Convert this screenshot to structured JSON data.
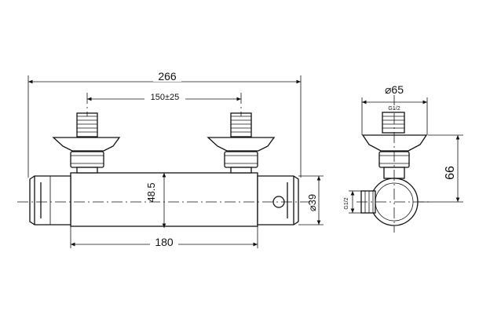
{
  "drawing": {
    "dim_overall_width": "266",
    "dim_inlet_centers": "150±25",
    "dim_body_length": "180",
    "dim_center_height": "48.5",
    "dim_body_diameter": "⌀39",
    "dim_side_flange_diameter": "⌀65",
    "dim_side_height": "66",
    "thread_label_top": "G1/2",
    "thread_label_outlet": "G1/2"
  }
}
